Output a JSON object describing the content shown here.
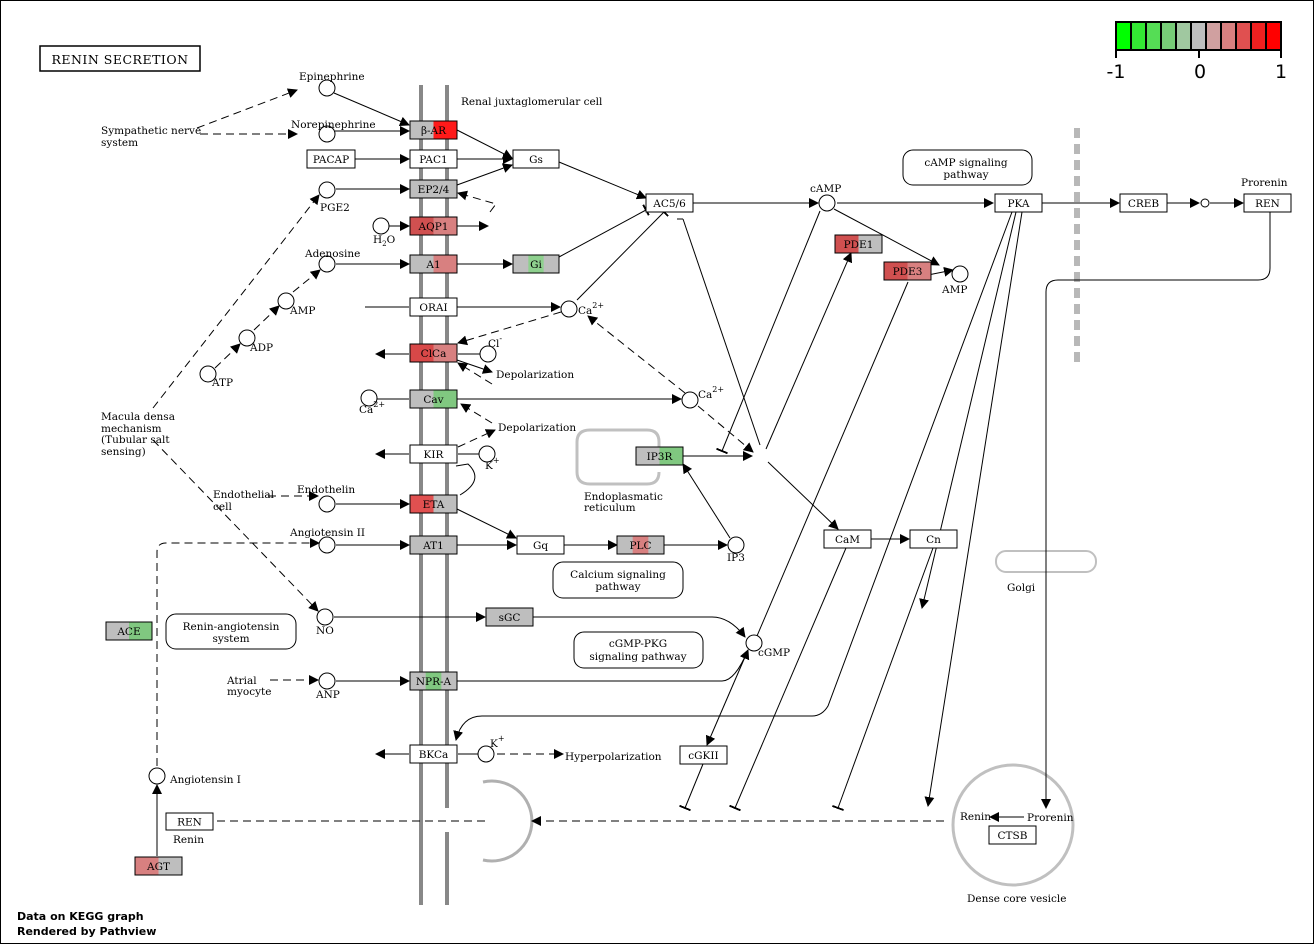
{
  "title": "RENIN SECRETION",
  "legend": {
    "min_label": "-1",
    "mid_label": "0",
    "max_label": "1",
    "colors": [
      "#00ff00",
      "#33e833",
      "#55dd55",
      "#77cc77",
      "#a0c8a0",
      "#bebebe",
      "#d0a0a0",
      "#d88080",
      "#e05050",
      "#ee2020",
      "#ff0000"
    ]
  },
  "footer": {
    "line1": "Data on KEGG graph",
    "line2": "Rendered by Pathview"
  },
  "genes": [
    {
      "label": "β-AR",
      "fill": [
        "#bebebe",
        "#ff1a1a"
      ]
    },
    {
      "label": "PAC1",
      "fill": [
        "#ffffff"
      ]
    },
    {
      "label": "PACAP",
      "fill": [
        "#ffffff"
      ]
    },
    {
      "label": "Gs",
      "fill": [
        "#ffffff"
      ]
    },
    {
      "label": "EP2/4",
      "fill": [
        "#bebebe"
      ]
    },
    {
      "label": "AQP1",
      "fill": [
        "#d05050",
        "#d88080"
      ]
    },
    {
      "label": "A1",
      "fill": [
        "#bebebe",
        "#d88080"
      ]
    },
    {
      "label": "Gi",
      "fill": [
        "#bebebe",
        "#8ed08e",
        "#bebebe"
      ]
    },
    {
      "label": "ORAI",
      "fill": [
        "#ffffff"
      ]
    },
    {
      "label": "ClCa",
      "fill": [
        "#d84848",
        "#d88080"
      ]
    },
    {
      "label": "Cav",
      "fill": [
        "#bebebe",
        "#80c880"
      ]
    },
    {
      "label": "KIR",
      "fill": [
        "#ffffff"
      ]
    },
    {
      "label": "ETA",
      "fill": [
        "#e05050",
        "#bebebe"
      ]
    },
    {
      "label": "AT1",
      "fill": [
        "#bebebe"
      ]
    },
    {
      "label": "Gq",
      "fill": [
        "#ffffff"
      ]
    },
    {
      "label": "PLC",
      "fill": [
        "#bebebe",
        "#d88080",
        "#bebebe"
      ]
    },
    {
      "label": "sGC",
      "fill": [
        "#bebebe"
      ]
    },
    {
      "label": "NPR-A",
      "fill": [
        "#bebebe",
        "#80c880",
        "#bebebe"
      ]
    },
    {
      "label": "BKCa",
      "fill": [
        "#ffffff"
      ]
    },
    {
      "label": "AC5/6",
      "fill": [
        "#ffffff"
      ]
    },
    {
      "label": "PDE1",
      "fill": [
        "#d05050",
        "#bebebe"
      ]
    },
    {
      "label": "PDE3",
      "fill": [
        "#d05050",
        "#d88080"
      ]
    },
    {
      "label": "PKA",
      "fill": [
        "#ffffff"
      ]
    },
    {
      "label": "CREB",
      "fill": [
        "#ffffff"
      ]
    },
    {
      "label": "REN",
      "fill": [
        "#ffffff"
      ]
    },
    {
      "label": "IP3R",
      "fill": [
        "#bebebe",
        "#80c880"
      ]
    },
    {
      "label": "CaM",
      "fill": [
        "#ffffff"
      ]
    },
    {
      "label": "Cn",
      "fill": [
        "#ffffff"
      ]
    },
    {
      "label": "cGKII",
      "fill": [
        "#ffffff"
      ]
    },
    {
      "label": "ACE",
      "fill": [
        "#bebebe",
        "#80c880"
      ]
    },
    {
      "label": "REN",
      "fill": [
        "#ffffff"
      ]
    },
    {
      "label": "AGT",
      "fill": [
        "#d88080",
        "#bebebe"
      ]
    },
    {
      "label": "CTSB",
      "fill": [
        "#ffffff"
      ]
    }
  ],
  "compounds": [
    "Epinephrine",
    "Norepinephrine",
    "PGE2",
    "H2O",
    "Adenosine",
    "AMP",
    "ADP",
    "ATP",
    "Cl",
    "Ca",
    "Ca",
    "Ca",
    "K",
    "Endothelin",
    "Angiotensin II",
    "NO",
    "ANP",
    "K",
    "IP3",
    "cAMP",
    "AMP",
    "cGMP",
    "Angiotensin I"
  ],
  "labels": {
    "sympathetic": [
      "Sympathetic nerve",
      "system"
    ],
    "renal_cell": "Renal juxtaglomerular cell",
    "macula": [
      "Macula densa",
      "mechanism",
      "(Tubular salt",
      "sensing)"
    ],
    "endothelial": [
      "Endothelial",
      "cell"
    ],
    "depolarization": "Depolarization",
    "hyperpolarization": "Hyperpolarization",
    "er": [
      "Endoplasmatic",
      "reticulum"
    ],
    "golgi": "Golgi",
    "prorenin": "Prorenin",
    "renin": "Renin",
    "dense_core": "Dense core vesicle",
    "atrial": [
      "Atrial",
      "myocyte"
    ],
    "two_plus": "2+",
    "plus": "+",
    "minus": "-",
    "h2o_sub": "2"
  },
  "pathway_maps": [
    {
      "label": [
        "cAMP signaling",
        "pathway"
      ]
    },
    {
      "label": [
        "Calcium signaling",
        "pathway"
      ]
    },
    {
      "label": [
        "Renin-angiotensin",
        "system"
      ]
    },
    {
      "label": [
        "cGMP-PKG",
        "signaling pathway"
      ]
    }
  ]
}
